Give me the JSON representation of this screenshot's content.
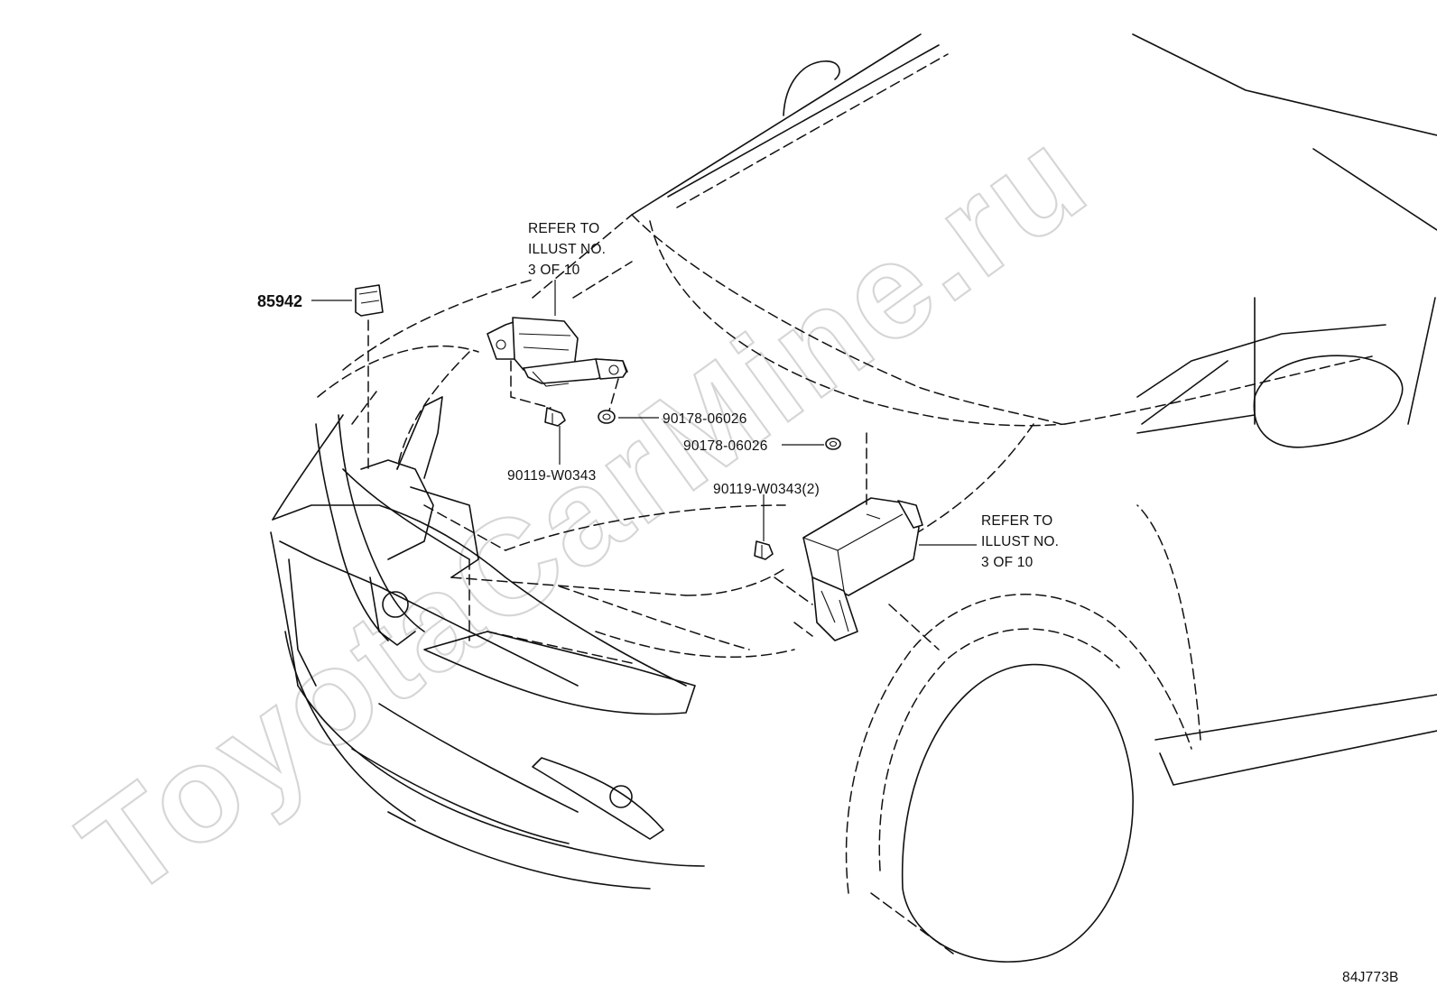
{
  "watermark": "ToyotaCarMine.ru",
  "diagram_code": "84J773B",
  "labels": {
    "part_85942": "85942",
    "refer_left_line1": "REFER TO",
    "refer_left_line2": "ILLUST NO.",
    "refer_left_line3": "3 OF 10",
    "nut_left": "90178-06026",
    "bolt_left": "90119-W0343",
    "nut_right": "90178-06026",
    "bolt_right": "90119-W0343(2)",
    "refer_right_line1": "REFER TO",
    "refer_right_line2": "ILLUST NO.",
    "refer_right_line3": "3 OF 10"
  }
}
